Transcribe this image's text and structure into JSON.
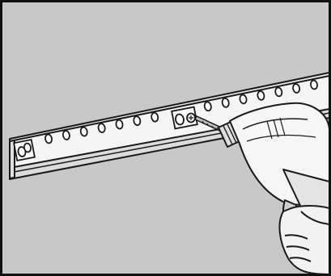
{
  "illustration": {
    "subject": "",
    "colors": {
      "wall": "#c8c8c8",
      "rail": "#f4f4f4",
      "outline": "#1a1a1a",
      "frame": "#111111",
      "drill_body": "#f6f6f6",
      "hand": "#f2f2f2"
    },
    "rail": {
      "hole_count": 16,
      "marked_slot_count": 2
    },
    "icons": [
      "wall-panel",
      "mounting-rail",
      "keyhole-slot-icon",
      "screw-icon",
      "power-drill-icon",
      "hand-icon"
    ]
  }
}
